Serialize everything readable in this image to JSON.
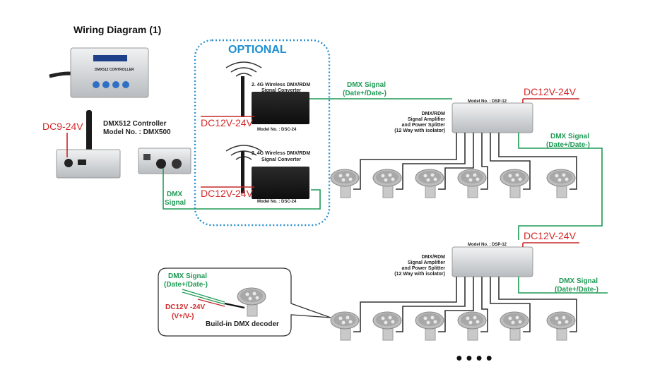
{
  "title": "Wiring Diagram (1)",
  "controller": {
    "name_line1": "DMX512 Controller",
    "name_line2": "Model No. : DMX500",
    "power_label": "DC9-24V",
    "screen_text": "DMX512 CONTROLLER"
  },
  "optional_group": {
    "label": "OPTIONAL",
    "converters": [
      {
        "name_line1": "2. 4G Wireless DMX/RDM",
        "name_line2": "Signal Converter",
        "model": "Model No. : DSC-24",
        "power_label": "DC12V-24V"
      },
      {
        "name_line1": "2. 4G Wireless DMX/RDM",
        "name_line2": "Signal Converter",
        "model": "Model No. : DSC-24",
        "power_label": "DC12V-24V"
      }
    ]
  },
  "dmx_signal_left": {
    "line1": "DMX",
    "line2": "Signal"
  },
  "signal_labels": [
    {
      "line1": "DMX Signal",
      "line2": "(Date+/Date-)"
    },
    {
      "line1": "DMX Signal",
      "line2": "(Date+/Date-)"
    },
    {
      "line1": "DMX Signal",
      "line2": "(Date+/Date-)"
    }
  ],
  "splitters": [
    {
      "model": "Model No. : DSP-12",
      "desc": [
        "DMX/RDM",
        "Signal Amplifier",
        "and Power Splitter",
        "(12 Way with isolator)"
      ],
      "power_label": "DC12V-24V"
    },
    {
      "model": "Model No. : DSP-12",
      "desc": [
        "DMX/RDM",
        "Signal Amplifier",
        "and Power Splitter",
        "(12 Way with isolator)"
      ],
      "power_label": "DC12V-24V"
    }
  ],
  "fixtures_per_row": 6,
  "continuation": "● ● ● ●",
  "callout": {
    "signal_line1": "DMX Signal",
    "signal_line2": "(Date+/Date-)",
    "power_line1": "DC12V -24V",
    "power_line2": "(V+/V-)",
    "caption": "Build-in DMX decoder"
  },
  "colors": {
    "signal": "#1f9a55",
    "power": "#d32a2a",
    "optional": "#1f8fd0"
  }
}
